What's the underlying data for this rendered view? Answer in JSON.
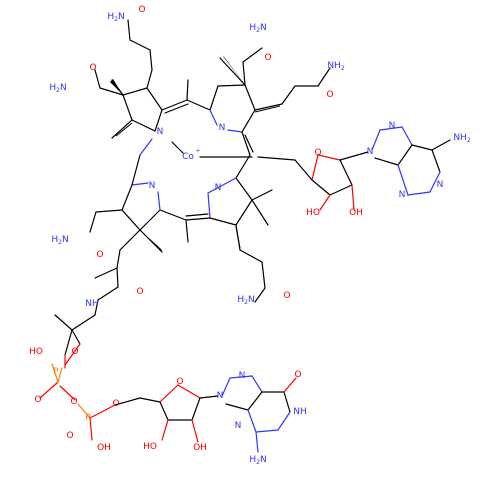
{
  "colors": {
    "carbon": "#000000",
    "nitrogen": "#3333ff",
    "oxygen": "#ff0000",
    "phosphorus": "#ff8000",
    "cobalt": "#3333ff",
    "background": "#ffffff"
  },
  "atom_labels": {
    "co": "Co",
    "co_charge": "+",
    "nh2": "NH",
    "nh2_sub": "2",
    "h2n": "H",
    "h2n_mid": "2",
    "h2n_tail": "N",
    "n": "N",
    "nh": "NH",
    "o": "O",
    "oh": "OH",
    "ho": "HO",
    "p": "P"
  }
}
